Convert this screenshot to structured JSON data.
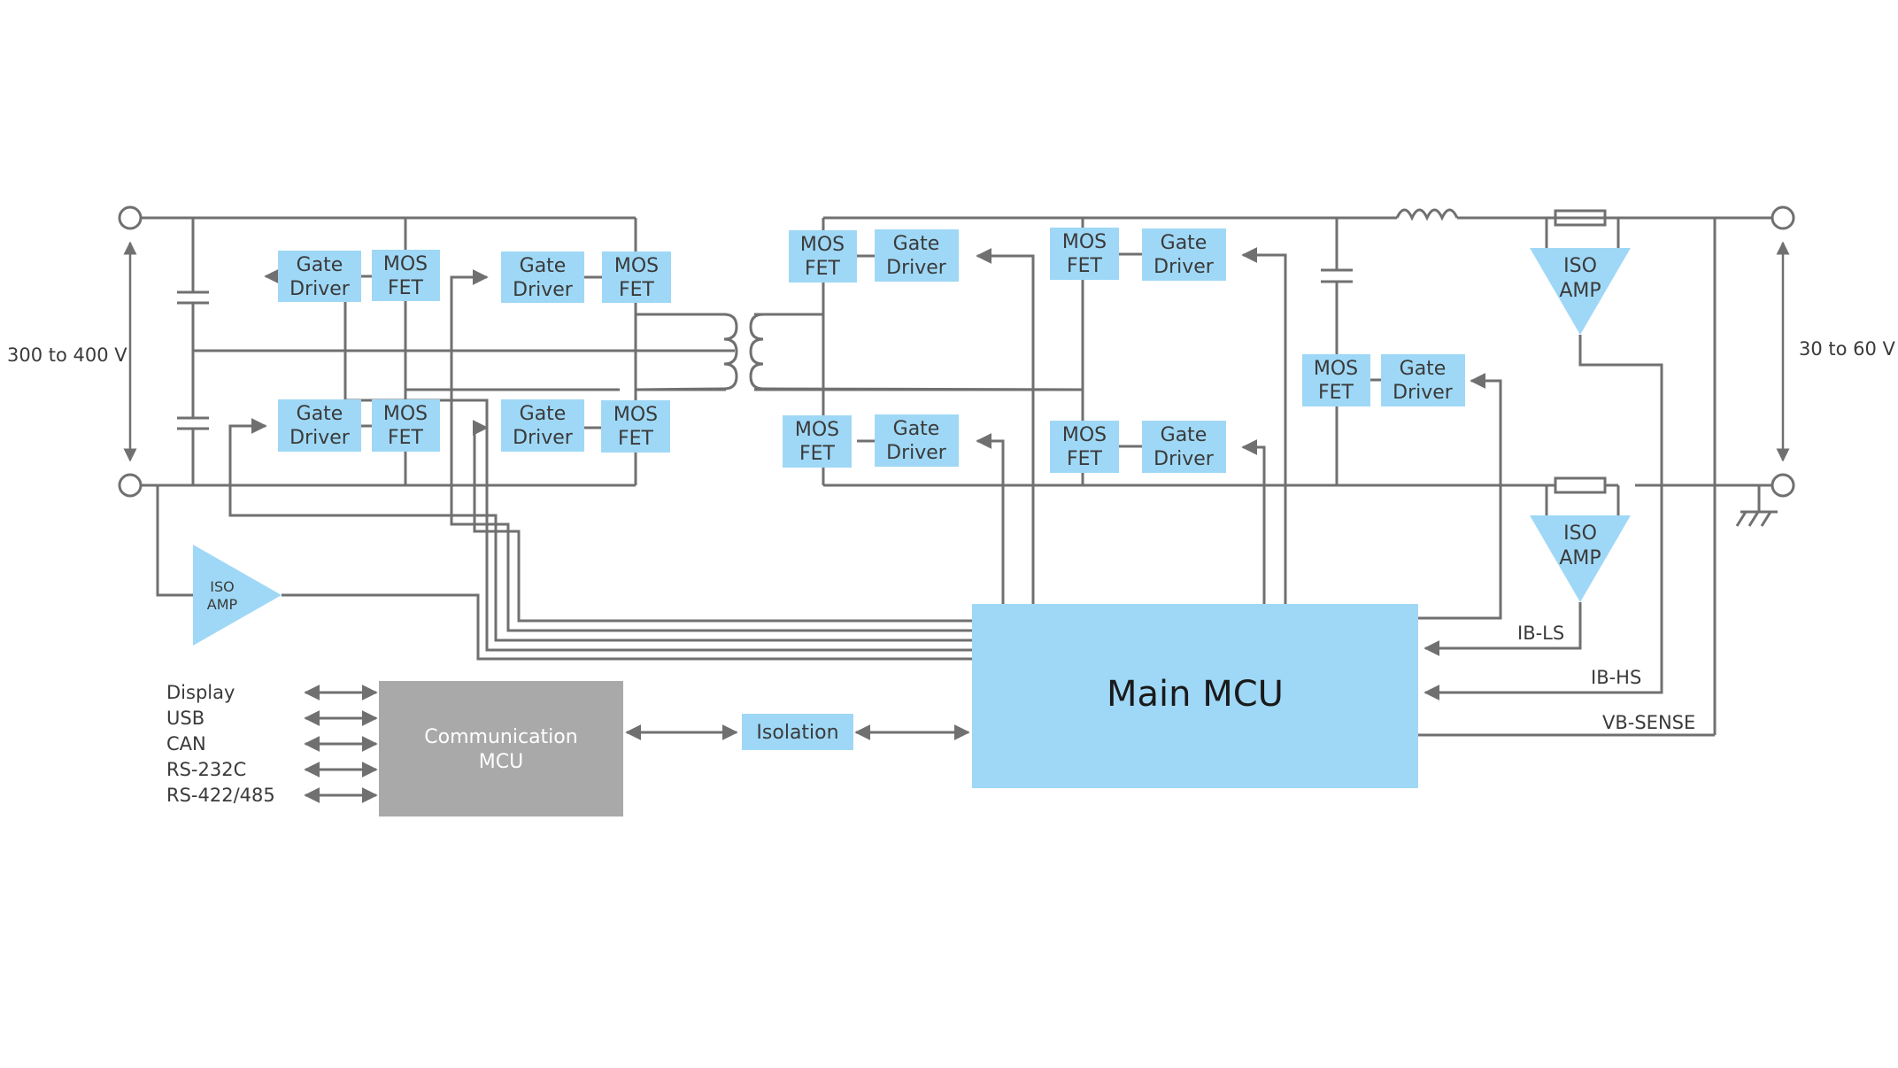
{
  "voltages": {
    "input": "300 to 400 V",
    "output": "30 to 60 V"
  },
  "blocks": {
    "gate_driver": [
      "Gate",
      "Driver"
    ],
    "mosfet": [
      "MOS",
      "FET"
    ],
    "iso_amp": [
      "ISO",
      "AMP"
    ],
    "main_mcu": "Main MCU",
    "comm_mcu": [
      "Communication",
      "MCU"
    ],
    "isolation": "Isolation"
  },
  "signals": {
    "ib_ls": "IB-LS",
    "ib_hs": "IB-HS",
    "vb_sense": "VB-SENSE"
  },
  "interfaces": [
    "Display",
    "USB",
    "CAN",
    "RS-232C",
    "RS-422/485"
  ],
  "colors": {
    "block": "#9fd8f6",
    "comm_mcu": "#a9a9a9",
    "wire": "#707070",
    "text": "#3a3a3a"
  }
}
